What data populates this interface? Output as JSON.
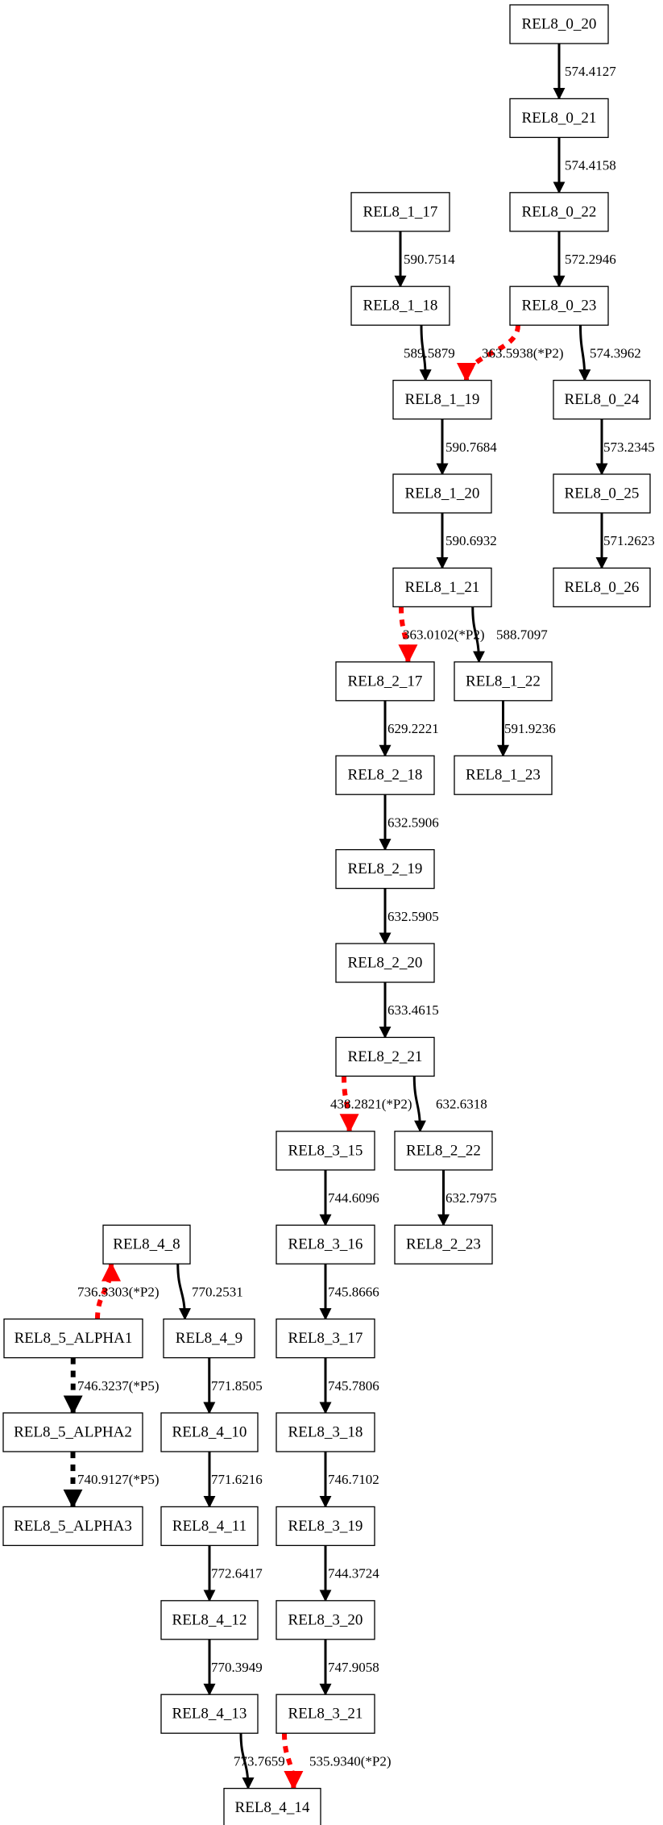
{
  "colors": {
    "normal": "#000000",
    "p2": "#ff0000",
    "p5": "#000000"
  },
  "nodes": [
    "REL8_0_20",
    "REL8_0_21",
    "REL8_0_22",
    "REL8_0_23",
    "REL8_0_24",
    "REL8_0_25",
    "REL8_0_26",
    "REL8_1_17",
    "REL8_1_18",
    "REL8_1_19",
    "REL8_1_20",
    "REL8_1_21",
    "REL8_1_22",
    "REL8_1_23",
    "REL8_2_17",
    "REL8_2_18",
    "REL8_2_19",
    "REL8_2_20",
    "REL8_2_21",
    "REL8_2_22",
    "REL8_2_23",
    "REL8_3_15",
    "REL8_3_16",
    "REL8_3_17",
    "REL8_3_18",
    "REL8_3_19",
    "REL8_3_20",
    "REL8_3_21",
    "REL8_4_8",
    "REL8_4_9",
    "REL8_4_10",
    "REL8_4_11",
    "REL8_4_12",
    "REL8_4_13",
    "REL8_4_14",
    "REL8_5_ALPHA1",
    "REL8_5_ALPHA2",
    "REL8_5_ALPHA3"
  ],
  "edges": [
    {
      "from": "REL8_0_20",
      "to": "REL8_0_21",
      "label": "574.4127",
      "style": "normal"
    },
    {
      "from": "REL8_0_21",
      "to": "REL8_0_22",
      "label": "574.4158",
      "style": "normal"
    },
    {
      "from": "REL8_0_22",
      "to": "REL8_0_23",
      "label": "572.2946",
      "style": "normal"
    },
    {
      "from": "REL8_0_23",
      "to": "REL8_1_19",
      "label": "363.5938(*P2)",
      "style": "p2"
    },
    {
      "from": "REL8_0_23",
      "to": "REL8_0_24",
      "label": "574.3962",
      "style": "normal"
    },
    {
      "from": "REL8_0_24",
      "to": "REL8_0_25",
      "label": "573.2345",
      "style": "normal"
    },
    {
      "from": "REL8_0_25",
      "to": "REL8_0_26",
      "label": "571.2623",
      "style": "normal"
    },
    {
      "from": "REL8_1_17",
      "to": "REL8_1_18",
      "label": "590.7514",
      "style": "normal"
    },
    {
      "from": "REL8_1_18",
      "to": "REL8_1_19",
      "label": "589.5879",
      "style": "normal"
    },
    {
      "from": "REL8_1_19",
      "to": "REL8_1_20",
      "label": "590.7684",
      "style": "normal"
    },
    {
      "from": "REL8_1_20",
      "to": "REL8_1_21",
      "label": "590.6932",
      "style": "normal"
    },
    {
      "from": "REL8_1_21",
      "to": "REL8_2_17",
      "label": "363.0102(*P2)",
      "style": "p2"
    },
    {
      "from": "REL8_1_21",
      "to": "REL8_1_22",
      "label": "588.7097",
      "style": "normal"
    },
    {
      "from": "REL8_1_22",
      "to": "REL8_1_23",
      "label": "591.9236",
      "style": "normal"
    },
    {
      "from": "REL8_2_17",
      "to": "REL8_2_18",
      "label": "629.2221",
      "style": "normal"
    },
    {
      "from": "REL8_2_18",
      "to": "REL8_2_19",
      "label": "632.5906",
      "style": "normal"
    },
    {
      "from": "REL8_2_19",
      "to": "REL8_2_20",
      "label": "632.5905",
      "style": "normal"
    },
    {
      "from": "REL8_2_20",
      "to": "REL8_2_21",
      "label": "633.4615",
      "style": "normal"
    },
    {
      "from": "REL8_2_21",
      "to": "REL8_3_15",
      "label": "438.2821(*P2)",
      "style": "p2"
    },
    {
      "from": "REL8_2_21",
      "to": "REL8_2_22",
      "label": "632.6318",
      "style": "normal"
    },
    {
      "from": "REL8_2_22",
      "to": "REL8_2_23",
      "label": "632.7975",
      "style": "normal"
    },
    {
      "from": "REL8_3_15",
      "to": "REL8_3_16",
      "label": "744.6096",
      "style": "normal"
    },
    {
      "from": "REL8_3_16",
      "to": "REL8_3_17",
      "label": "745.8666",
      "style": "normal"
    },
    {
      "from": "REL8_3_17",
      "to": "REL8_3_18",
      "label": "745.7806",
      "style": "normal"
    },
    {
      "from": "REL8_3_18",
      "to": "REL8_3_19",
      "label": "746.7102",
      "style": "normal"
    },
    {
      "from": "REL8_3_19",
      "to": "REL8_3_20",
      "label": "744.3724",
      "style": "normal"
    },
    {
      "from": "REL8_3_20",
      "to": "REL8_3_21",
      "label": "747.9058",
      "style": "normal"
    },
    {
      "from": "REL8_3_21",
      "to": "REL8_4_14",
      "label": "535.9340(*P2)",
      "style": "p2"
    },
    {
      "from": "REL8_5_ALPHA1",
      "to": "REL8_4_8",
      "label": "736.3303(*P2)",
      "style": "p2"
    },
    {
      "from": "REL8_4_8",
      "to": "REL8_4_9",
      "label": "770.2531",
      "style": "normal"
    },
    {
      "from": "REL8_4_9",
      "to": "REL8_4_10",
      "label": "771.8505",
      "style": "normal"
    },
    {
      "from": "REL8_4_10",
      "to": "REL8_4_11",
      "label": "771.6216",
      "style": "normal"
    },
    {
      "from": "REL8_4_11",
      "to": "REL8_4_12",
      "label": "772.6417",
      "style": "normal"
    },
    {
      "from": "REL8_4_12",
      "to": "REL8_4_13",
      "label": "770.3949",
      "style": "normal"
    },
    {
      "from": "REL8_4_13",
      "to": "REL8_4_14",
      "label": "773.7659",
      "style": "normal"
    },
    {
      "from": "REL8_5_ALPHA1",
      "to": "REL8_5_ALPHA2",
      "label": "746.3237(*P5)",
      "style": "p5"
    },
    {
      "from": "REL8_5_ALPHA2",
      "to": "REL8_5_ALPHA3",
      "label": "740.9127(*P5)",
      "style": "p5"
    }
  ]
}
